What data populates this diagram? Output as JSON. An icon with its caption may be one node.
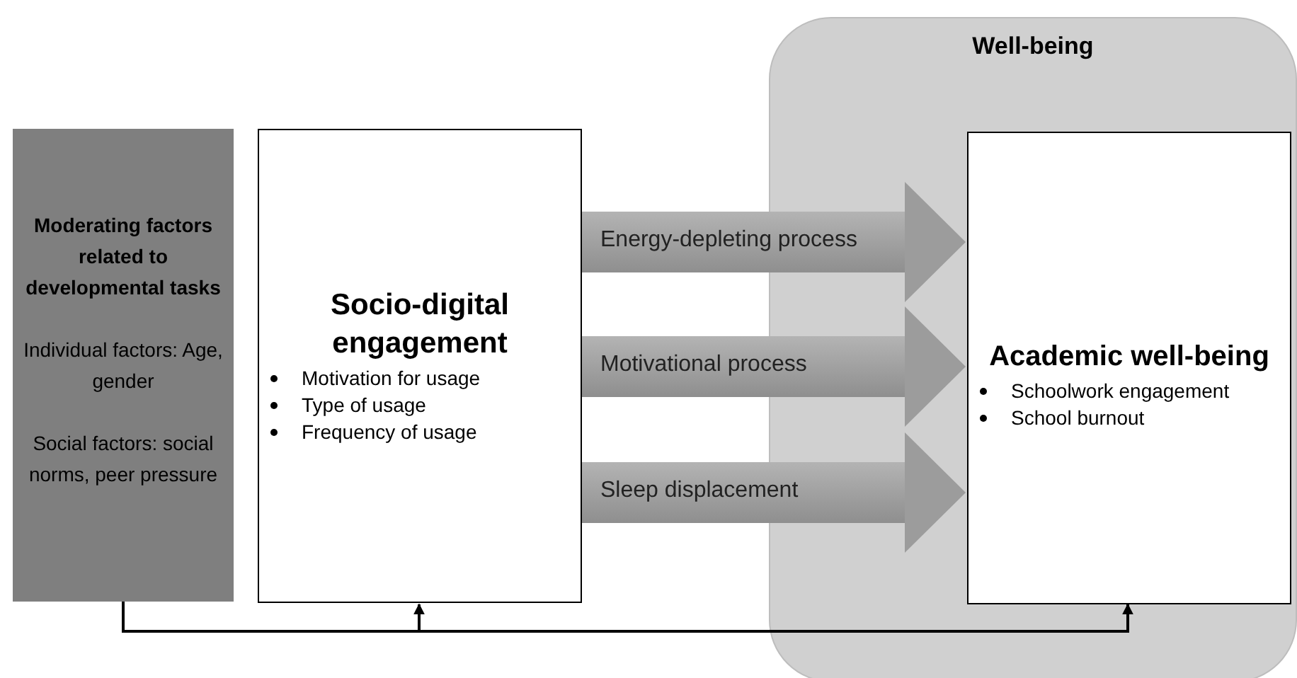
{
  "diagram": {
    "nodes": [
      {
        "text": [
          "Well-being"
        ]
      },
      {
        "text": [
          "Moderating factors related to developmental tasks",
          "Individual factors: Age, gender",
          "Social factors: social norms, peer pressure"
        ]
      },
      {
        "text": [
          "Socio-digital engagement",
          "Motivation for usage",
          "Type of usage",
          "Frequency of usage"
        ]
      },
      {
        "text": [
          "Academic well-being",
          "Schoolwork engagement",
          "School burnout"
        ],
        "in": 0
      }
    ],
    "edges": [
      {
        "from": 1,
        "to": 2,
        "arrow": "to"
      },
      {
        "from": 1,
        "to": 3,
        "arrow": "to"
      },
      {
        "from": 2,
        "to": 3,
        "arrow": "to",
        "label": "Energy-depleting process",
        "style": "thick"
      },
      {
        "from": 2,
        "to": 3,
        "arrow": "to",
        "label": "Motivational process",
        "style": "thick"
      },
      {
        "from": 2,
        "to": 3,
        "arrow": "to",
        "label": "Sleep displacement",
        "style": "thick"
      }
    ]
  }
}
